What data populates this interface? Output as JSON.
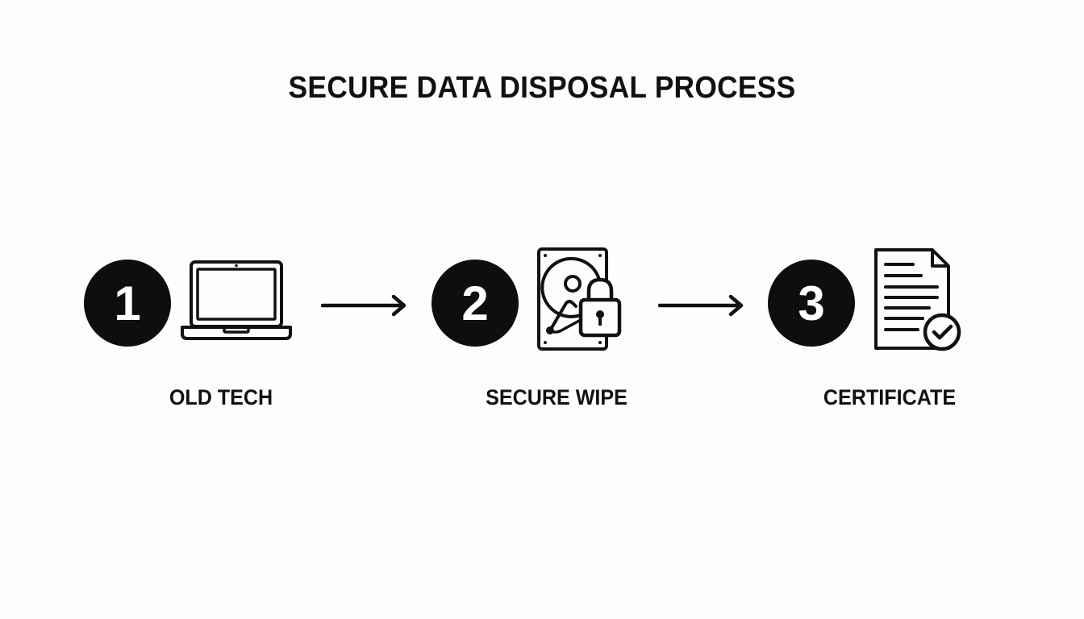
{
  "title": "SECURE DATA DISPOSAL PROCESS",
  "steps": [
    {
      "number": "1",
      "label": "OLD TECH",
      "icon": "laptop-icon"
    },
    {
      "number": "2",
      "label": "SECURE WIPE",
      "icon": "hard-drive-lock-icon"
    },
    {
      "number": "3",
      "label": "CERTIFICATE",
      "icon": "certificate-document-check-icon"
    }
  ],
  "connectors": [
    "arrow-right-icon",
    "arrow-right-icon"
  ],
  "colors": {
    "background": "#fdfdfd",
    "foreground": "#0e0e0e",
    "circle_text": "#ffffff"
  }
}
